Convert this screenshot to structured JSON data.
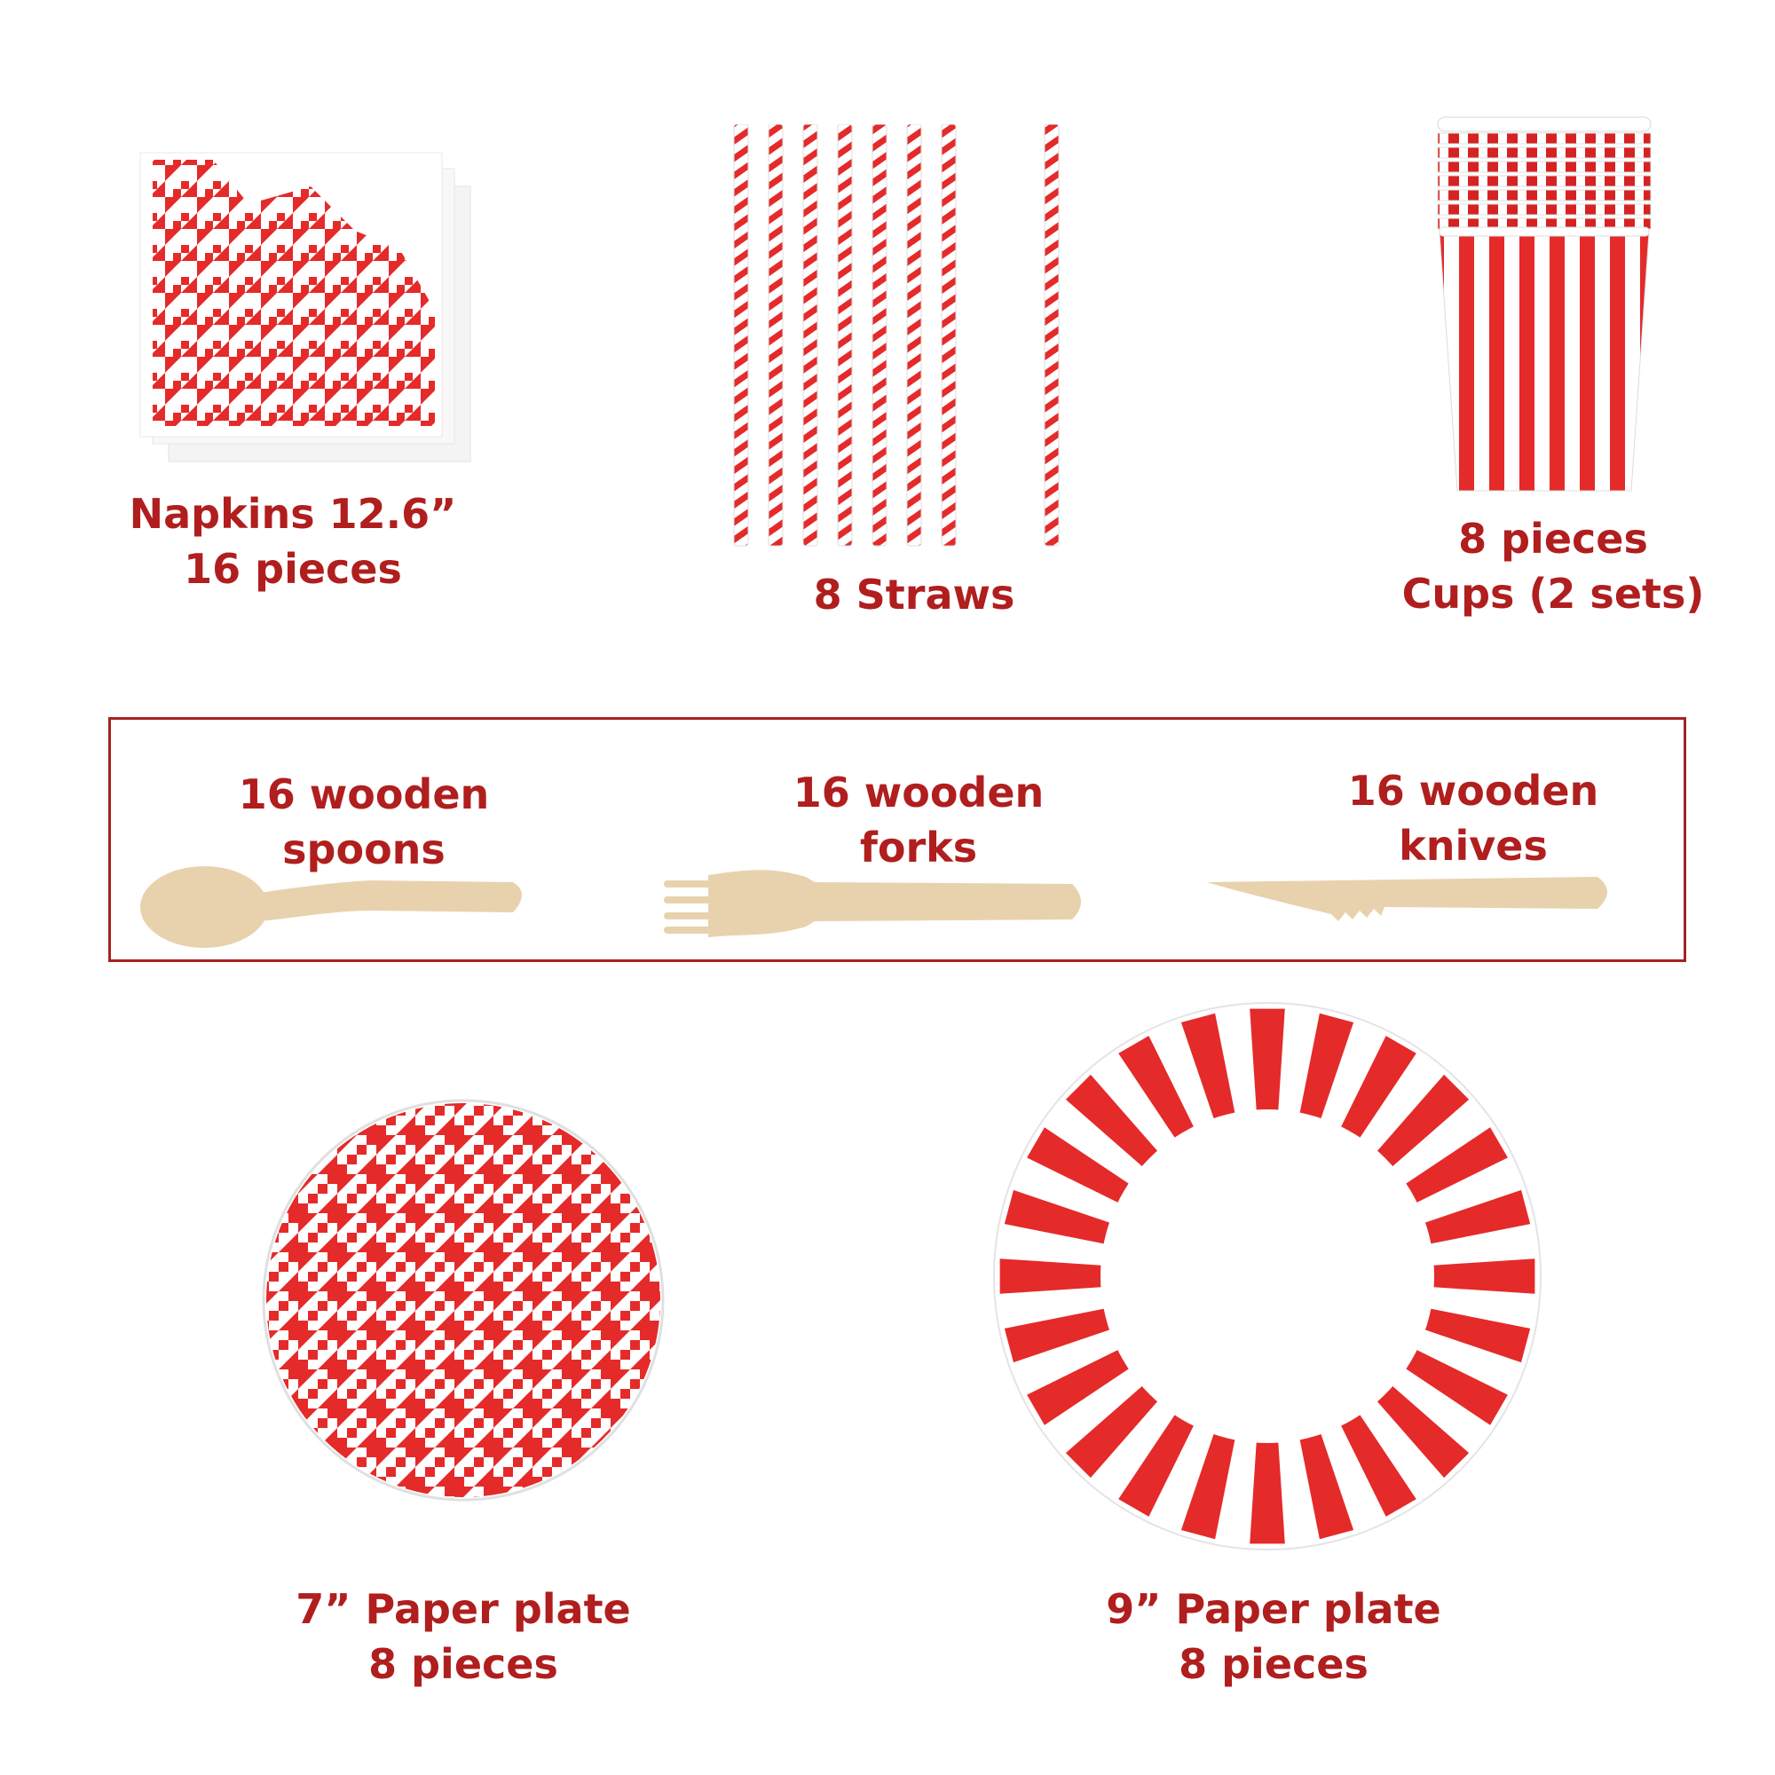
{
  "colors": {
    "accent": "#b01e1e",
    "pattern_red": "#e52a2a",
    "wood": "#e8d2ad",
    "border": "#a52222"
  },
  "items": {
    "napkins": {
      "line1": "Napkins 12.6”",
      "line2": "16 pieces"
    },
    "straws": {
      "line1": "8 Straws"
    },
    "cups": {
      "line1": "8 pieces",
      "line2": "Cups (2 sets)"
    },
    "spoons": {
      "line1": "16 wooden",
      "line2": "spoons"
    },
    "forks": {
      "line1": "16 wooden",
      "line2": "forks"
    },
    "knives": {
      "line1": "16 wooden",
      "line2": "knives"
    },
    "plate_small": {
      "line1": "7” Paper plate",
      "line2": "8 pieces"
    },
    "plate_large": {
      "line1": "9” Paper plate",
      "line2": "8 pieces"
    }
  }
}
